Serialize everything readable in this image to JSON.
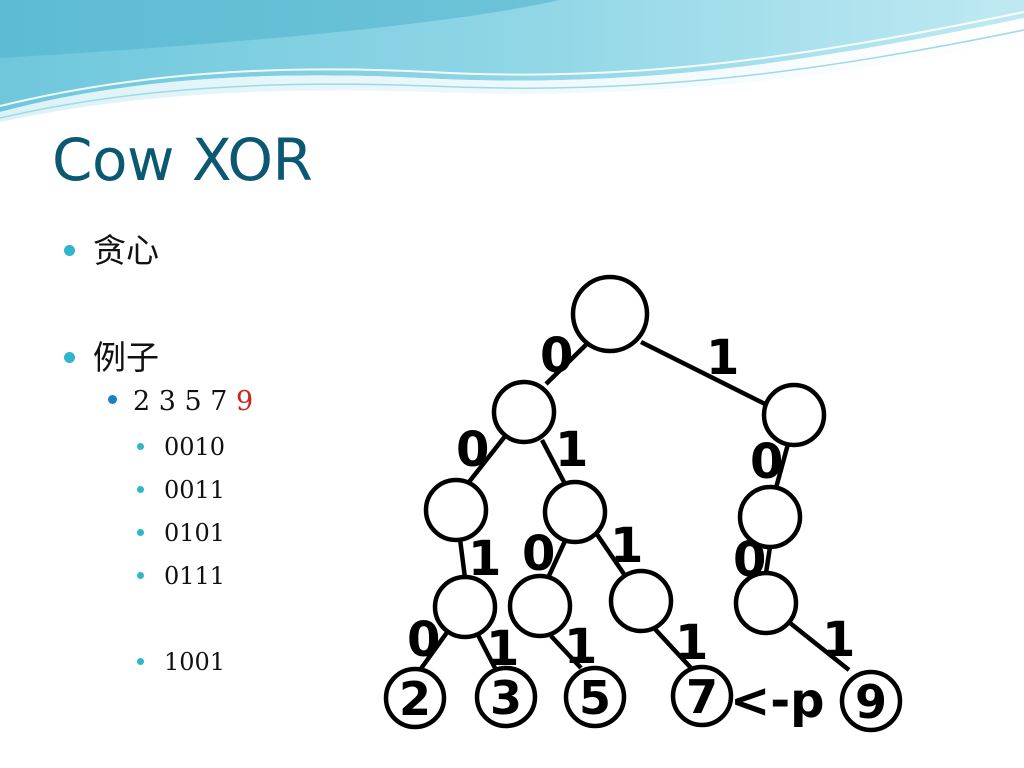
{
  "slide": {
    "title": "Cow XOR",
    "bullets": {
      "greedy": "贪心",
      "example": "例子",
      "sequence_prefix": "2 3 5 7 ",
      "sequence_highlight": "9",
      "binaries": [
        "0010",
        "0011",
        "0101",
        "0111",
        "1001"
      ]
    }
  },
  "trie": {
    "edge_labels": [
      "0",
      "1",
      "0",
      "1",
      "0",
      "1",
      "0",
      "1",
      "0",
      "0",
      "1",
      "1",
      "1",
      "1"
    ],
    "leaf_labels": [
      "2",
      "3",
      "5",
      "7",
      "9"
    ],
    "pointer_label": "<-p"
  },
  "colors": {
    "title": "#0b5872",
    "bullet_primary": "#2fb6c9",
    "bullet_secondary": "#1b7fc4",
    "highlight": "#d0221b"
  }
}
